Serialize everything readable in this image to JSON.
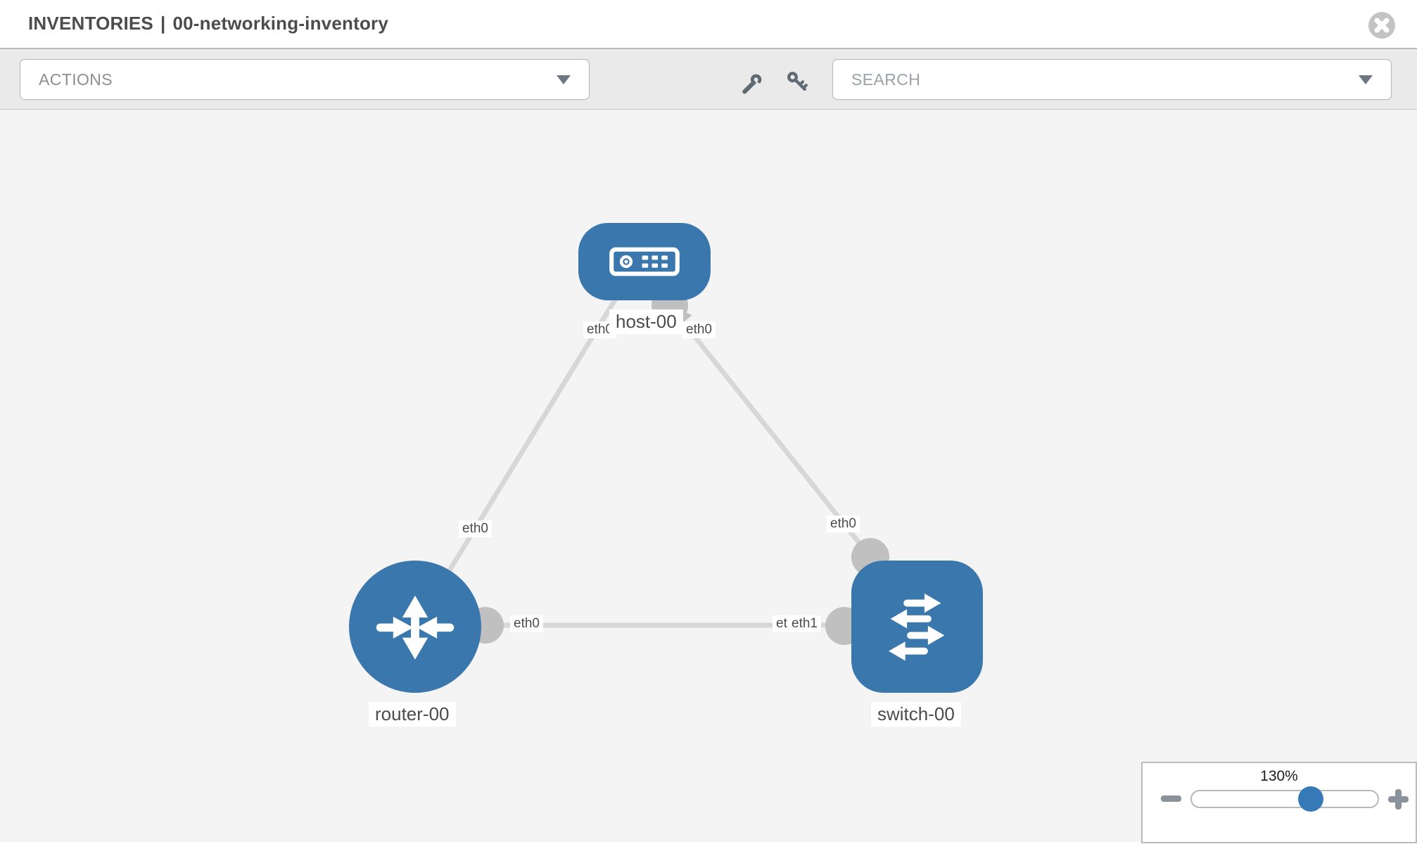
{
  "header": {
    "section": "INVENTORIES",
    "separator": "|",
    "inventory_name": "00-networking-inventory",
    "close_icon": "circle-x-icon"
  },
  "toolbar": {
    "actions_label": "ACTIONS",
    "search_placeholder": "SEARCH",
    "icons": [
      "wrench-icon",
      "key-icon"
    ]
  },
  "topology": {
    "nodes": [
      {
        "id": "host-00",
        "type": "host",
        "label": "host-00",
        "shape": "rounded-rect",
        "icon": "server-icon"
      },
      {
        "id": "router-00",
        "type": "router",
        "label": "router-00",
        "shape": "circle",
        "icon": "router-arrows-icon"
      },
      {
        "id": "switch-00",
        "type": "switch",
        "label": "switch-00",
        "shape": "rounded-square",
        "icon": "switch-arrows-icon"
      }
    ],
    "links": [
      {
        "source": "router-00",
        "target": "host-00",
        "source_interface": "eth0",
        "target_interface": "eth0"
      },
      {
        "source": "switch-00",
        "target": "host-00",
        "source_interface": "eth0",
        "target_interface": "eth0"
      },
      {
        "source": "router-00",
        "target": "switch-00",
        "source_interface": "eth0",
        "target_interfaces_overlapping": [
          "eth0",
          "eth1"
        ]
      }
    ],
    "labels": {
      "host": "host-00",
      "router": "router-00",
      "switch": "switch-00",
      "if_router_top": "eth0",
      "if_host_left": "eth0",
      "if_host_right": "eth0",
      "if_switch_top": "eth0",
      "if_router_mid": "eth0",
      "if_switch_mid_back": "eth0",
      "if_switch_mid_front": "eth1"
    }
  },
  "zoom_control": {
    "level": "130%",
    "slider_percent": 64
  },
  "colors": {
    "node_blue": "#3a77ad",
    "slider_blue": "#357ab7",
    "link_gray": "#d7d7d7",
    "connector_gray": "#c0c0c0",
    "canvas_bg": "#f4f4f5",
    "toolbar_bg": "#eaeaea"
  }
}
